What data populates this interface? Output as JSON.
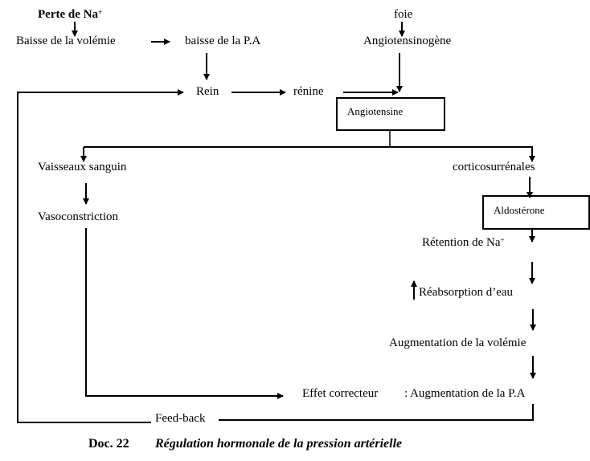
{
  "nodes": {
    "perte": "Perte de Na",
    "perte_sup": "+",
    "baisse_volemie": "Baisse de la volémie",
    "baisse_pa": "baisse de la P.A",
    "foie": "foie",
    "angiotensinogene": "Angiotensinogène",
    "rein": "Rein",
    "renine": "rénine",
    "angiotensine": "Angiotensine",
    "vaisseaux": "Vaisseaux sanguin",
    "vasoconstriction": "Vasoconstriction",
    "corticosurrenales": "corticosurrénales",
    "aldosterone": "Aldostérone",
    "retention": "Rétention de Na",
    "retention_sup": "+",
    "reabsorption": "Réabsorption d’eau",
    "augmentation_volemie": "Augmentation de la volémie",
    "effet": "Effet correcteur",
    "effet_detail": ": Augmentation de la P.A",
    "feedback": "Feed-back"
  },
  "caption": {
    "number": "Doc. 22",
    "title": "Régulation hormonale de la pression artérielle"
  }
}
